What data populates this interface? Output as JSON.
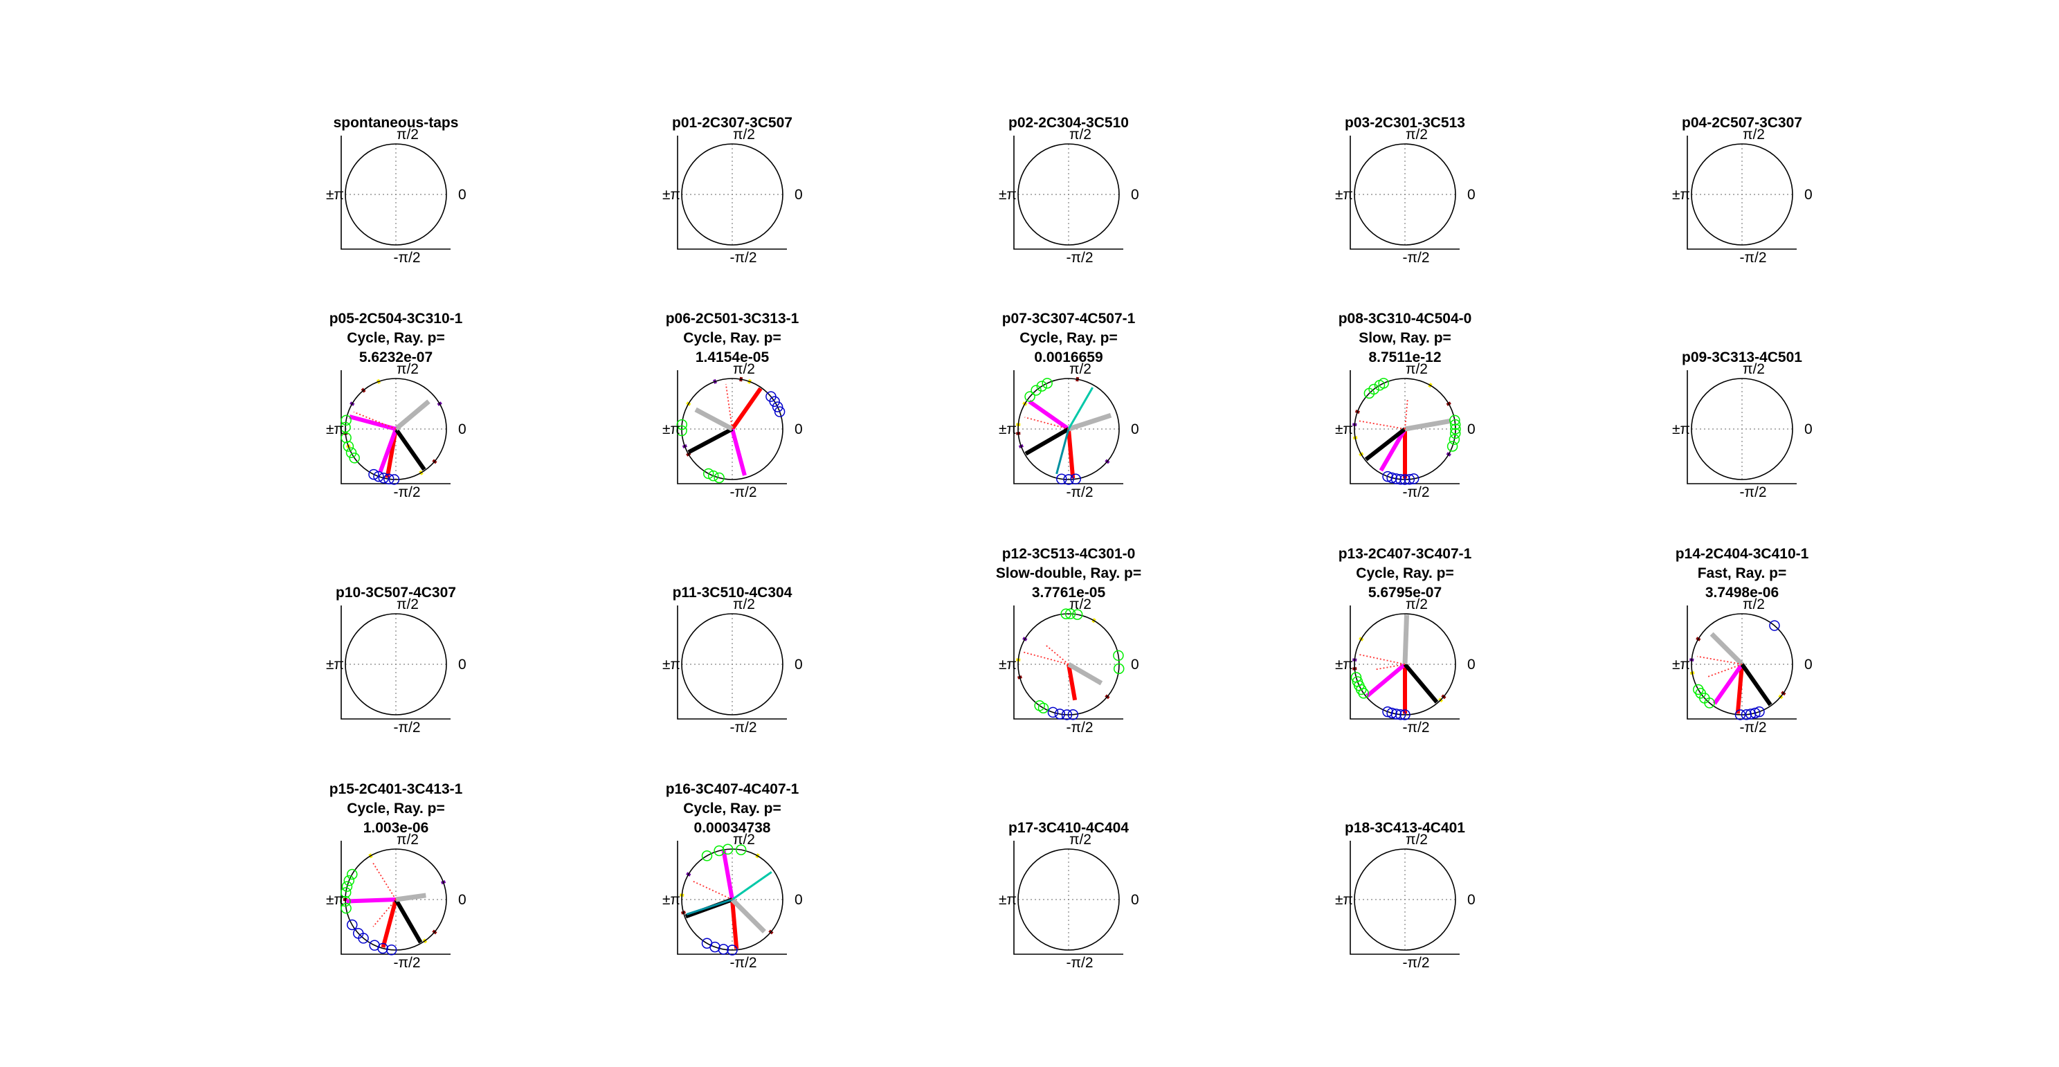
{
  "figure": {
    "tick_labels": {
      "top": "π/2",
      "bottom": "-π/2",
      "left": "±π",
      "right": "0"
    },
    "colors": {
      "circle": "#000000",
      "guides": "#808080",
      "marker_green": "#00ee00",
      "marker_blue": "#0000cc",
      "red": "#ff0000",
      "magenta": "#ff00ff",
      "black": "#000000",
      "gray": "#b3b3b3",
      "cyan": "#00c8a8",
      "teal": "#0090a0",
      "yellow": "#ffee00",
      "dotted_red": "#ff3030"
    }
  },
  "chart_data": [
    {
      "type": "polar",
      "title": [
        "spontaneous-taps"
      ],
      "empty": true
    },
    {
      "type": "polar",
      "title": [
        "p01-2C307-3C507"
      ],
      "empty": true
    },
    {
      "type": "polar",
      "title": [
        "p02-2C304-3C510"
      ],
      "empty": true
    },
    {
      "type": "polar",
      "title": [
        "p03-2C301-3C513"
      ],
      "empty": true
    },
    {
      "type": "polar",
      "title": [
        "p04-2C507-3C307"
      ],
      "empty": true
    },
    {
      "type": "polar",
      "title": [
        "p05-2C504-3C310-1",
        "Cycle, Ray. p=",
        "5.6232e-07"
      ],
      "vectors": [
        {
          "color": "red",
          "angle": -100,
          "length": 0.98
        },
        {
          "color": "magenta",
          "angle": -110,
          "length": 0.9
        },
        {
          "color": "black",
          "angle": -55,
          "length": 0.98
        },
        {
          "color": "gray",
          "angle": 40,
          "length": 0.85
        },
        {
          "color": "magenta",
          "angle": 165,
          "length": 0.95
        },
        {
          "color": "dotted_red",
          "angle": 158,
          "length": 0.9
        }
      ],
      "green_deg": [
        -145,
        -152,
        -160,
        -170,
        170,
        178
      ],
      "blue_deg": [
        -92,
        -98,
        -104,
        -110,
        -116
      ],
      "rim_deg": [
        -60,
        -40,
        30,
        110,
        130,
        150,
        -160,
        -175
      ]
    },
    {
      "type": "polar",
      "title": [
        "p06-2C501-3C313-1",
        "Cycle, Ray. p=",
        "1.4154e-05"
      ],
      "vectors": [
        {
          "color": "red",
          "angle": 55,
          "length": 0.98
        },
        {
          "color": "magenta",
          "angle": -75,
          "length": 0.95
        },
        {
          "color": "black",
          "angle": -152,
          "length": 0.98
        },
        {
          "color": "gray",
          "angle": 152,
          "length": 0.82
        },
        {
          "color": "dotted_red",
          "angle": 98,
          "length": 0.9
        }
      ],
      "green_deg": [
        -105,
        -112,
        -118,
        175,
        -178
      ],
      "blue_deg": [
        40,
        33,
        26,
        20
      ],
      "rim_deg": [
        70,
        80,
        110,
        150,
        -150,
        -160
      ]
    },
    {
      "type": "polar",
      "title": [
        "p07-3C307-4C507-1",
        "Cycle, Ray. p=",
        "0.0016659"
      ],
      "vectors": [
        {
          "color": "red",
          "angle": -85,
          "length": 0.98
        },
        {
          "color": "magenta",
          "angle": 145,
          "length": 0.95
        },
        {
          "color": "black",
          "angle": -150,
          "length": 0.98
        },
        {
          "color": "gray",
          "angle": 18,
          "length": 0.88
        },
        {
          "color": "cyan",
          "angle": 60,
          "length": 0.95
        },
        {
          "color": "teal",
          "angle": -105,
          "length": 0.92
        },
        {
          "color": "dotted_red",
          "angle": 165,
          "length": 0.9
        }
      ],
      "green_deg": [
        130,
        122,
        115,
        140
      ],
      "blue_deg": [
        -82,
        -90,
        -98
      ],
      "rim_deg": [
        175,
        -175,
        -160,
        150,
        80,
        -40
      ]
    },
    {
      "type": "polar",
      "title": [
        "p08-3C310-4C504-0",
        "Slow, Ray. p=",
        "8.7511e-12"
      ],
      "vectors": [
        {
          "color": "red",
          "angle": -90,
          "length": 0.98
        },
        {
          "color": "magenta",
          "angle": -120,
          "length": 0.95
        },
        {
          "color": "black",
          "angle": -142,
          "length": 0.98
        },
        {
          "color": "gray",
          "angle": 10,
          "length": 0.92
        },
        {
          "color": "dotted_red",
          "angle": 170,
          "length": 0.92
        },
        {
          "color": "dotted_red",
          "angle": 85,
          "length": 0.6
        }
      ],
      "green_deg": [
        135,
        128,
        120,
        115,
        10,
        5,
        0,
        -5,
        -12,
        -20
      ],
      "blue_deg": [
        -80,
        -85,
        -90,
        -95,
        -100,
        -105,
        -110
      ],
      "rim_deg": [
        60,
        30,
        -30,
        -150,
        160,
        175,
        -170
      ]
    },
    {
      "type": "polar",
      "title": [
        "p09-3C313-4C501"
      ],
      "empty": true
    },
    {
      "type": "polar",
      "title": [
        "p10-3C507-4C307"
      ],
      "empty": true
    },
    {
      "type": "polar",
      "title": [
        "p11-3C510-4C304"
      ],
      "empty": true
    },
    {
      "type": "polar",
      "title": [
        "p12-3C513-4C301-0",
        "Slow-double, Ray. p=",
        "3.7761e-05"
      ],
      "vectors": [
        {
          "color": "red",
          "angle": -80,
          "length": 0.72
        },
        {
          "color": "gray",
          "angle": -30,
          "length": 0.75
        },
        {
          "color": "dotted_red",
          "angle": 165,
          "length": 0.95
        },
        {
          "color": "dotted_red",
          "angle": 140,
          "length": 0.6
        }
      ],
      "green_deg": [
        88,
        93,
        80,
        10,
        -5,
        -120,
        -125
      ],
      "blue_deg": [
        -92,
        -100,
        -108,
        -85
      ],
      "rim_deg": [
        175,
        -165,
        150,
        60,
        -40
      ]
    },
    {
      "type": "polar",
      "title": [
        "p13-2C407-3C407-1",
        "Cycle, Ray. p=",
        "5.6795e-07"
      ],
      "vectors": [
        {
          "color": "red",
          "angle": -90,
          "length": 0.98
        },
        {
          "color": "magenta",
          "angle": -140,
          "length": 0.98
        },
        {
          "color": "black",
          "angle": -50,
          "length": 0.98
        },
        {
          "color": "gray",
          "angle": 88,
          "length": 0.98
        },
        {
          "color": "dotted_red",
          "angle": 168,
          "length": 0.95
        },
        {
          "color": "dotted_red",
          "angle": -170,
          "length": 0.6
        }
      ],
      "green_deg": [
        -145,
        -150,
        -155,
        -160,
        -165
      ],
      "blue_deg": [
        -95,
        -100,
        -105,
        -110,
        -90
      ],
      "rim_deg": [
        -45,
        -40,
        175,
        150,
        -175
      ]
    },
    {
      "type": "polar",
      "title": [
        "p14-2C404-3C410-1",
        "Fast, Ray. p=",
        "3.7498e-06"
      ],
      "vectors": [
        {
          "color": "red",
          "angle": -95,
          "length": 0.98
        },
        {
          "color": "magenta",
          "angle": -125,
          "length": 0.95
        },
        {
          "color": "black",
          "angle": -55,
          "length": 0.98
        },
        {
          "color": "gray",
          "angle": 135,
          "length": 0.85
        },
        {
          "color": "dotted_red",
          "angle": -160,
          "length": 0.75
        },
        {
          "color": "dotted_red",
          "angle": 170,
          "length": 0.9
        }
      ],
      "green_deg": [
        -130,
        -138,
        -145,
        -150
      ],
      "blue_deg": [
        50,
        -70,
        -75,
        -80,
        -85,
        -92
      ],
      "rim_deg": [
        -40,
        -35,
        175,
        -170,
        150
      ]
    },
    {
      "type": "polar",
      "title": [
        "p15-2C401-3C413-1",
        "Cycle, Ray. p=",
        "1.003e-06"
      ],
      "vectors": [
        {
          "color": "red",
          "angle": -105,
          "length": 0.98
        },
        {
          "color": "magenta",
          "angle": -178,
          "length": 0.98
        },
        {
          "color": "black",
          "angle": -60,
          "length": 0.98
        },
        {
          "color": "gray",
          "angle": 8,
          "length": 0.6
        },
        {
          "color": "dotted_red",
          "angle": 122,
          "length": 0.85
        },
        {
          "color": "dotted_red",
          "angle": -130,
          "length": 0.7
        }
      ],
      "green_deg": [
        150,
        158,
        165,
        172,
        -170,
        -178
      ],
      "blue_deg": [
        -95,
        -105,
        -115,
        -130,
        -138,
        -150
      ],
      "rim_deg": [
        -55,
        -40,
        20,
        120,
        180
      ]
    },
    {
      "type": "polar",
      "title": [
        "p16-3C407-4C407-1",
        "Cycle, Ray. p=",
        "0.00034738"
      ],
      "vectors": [
        {
          "color": "red",
          "angle": -85,
          "length": 0.98
        },
        {
          "color": "magenta",
          "angle": 100,
          "length": 0.98
        },
        {
          "color": "black",
          "angle": -160,
          "length": 0.98
        },
        {
          "color": "gray",
          "angle": -45,
          "length": 0.9
        },
        {
          "color": "cyan",
          "angle": 35,
          "length": 0.95
        },
        {
          "color": "teal",
          "angle": -162,
          "length": 0.95
        },
        {
          "color": "dotted_red",
          "angle": 155,
          "length": 0.85
        }
      ],
      "green_deg": [
        80,
        95,
        105,
        120
      ],
      "blue_deg": [
        -100,
        -110,
        -120,
        -90
      ],
      "rim_deg": [
        175,
        -165,
        150,
        60,
        -40
      ]
    },
    {
      "type": "polar",
      "title": [
        "p17-3C410-4C404"
      ],
      "empty": true
    },
    {
      "type": "polar",
      "title": [
        "p18-3C413-4C401"
      ],
      "empty": true
    }
  ]
}
